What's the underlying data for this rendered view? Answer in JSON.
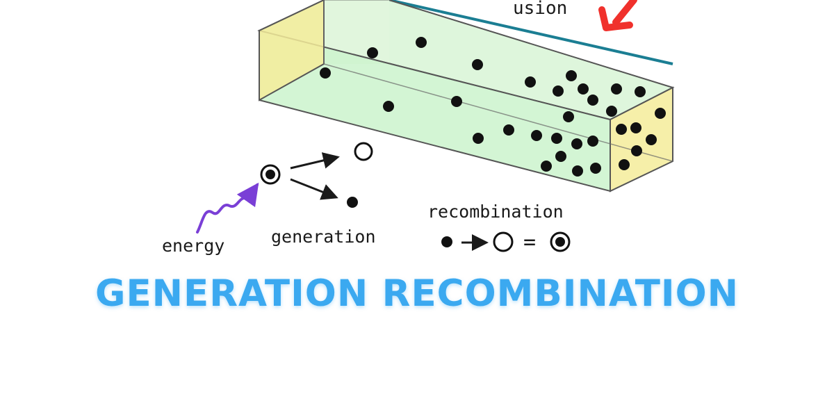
{
  "labels": {
    "diffusion_partial": "usion",
    "energy": "energy",
    "generation": "generation",
    "recombination": "recombination",
    "equals": "="
  },
  "title": "GENERATION RECOMBINATION",
  "colors": {
    "title": "#3ba9f0",
    "box_front": "#c8f2c9",
    "box_end": "#f4ec9a",
    "dot": "#111111",
    "energy_wave": "#7a3fd6",
    "pointer_arrow": "#f0312c",
    "top_line": "#1b7e93"
  },
  "icons": [
    "hole-circle-icon",
    "electron-dot-icon",
    "bound-pair-icon",
    "wavy-energy-arrow-icon",
    "pointer-arrow-icon"
  ]
}
